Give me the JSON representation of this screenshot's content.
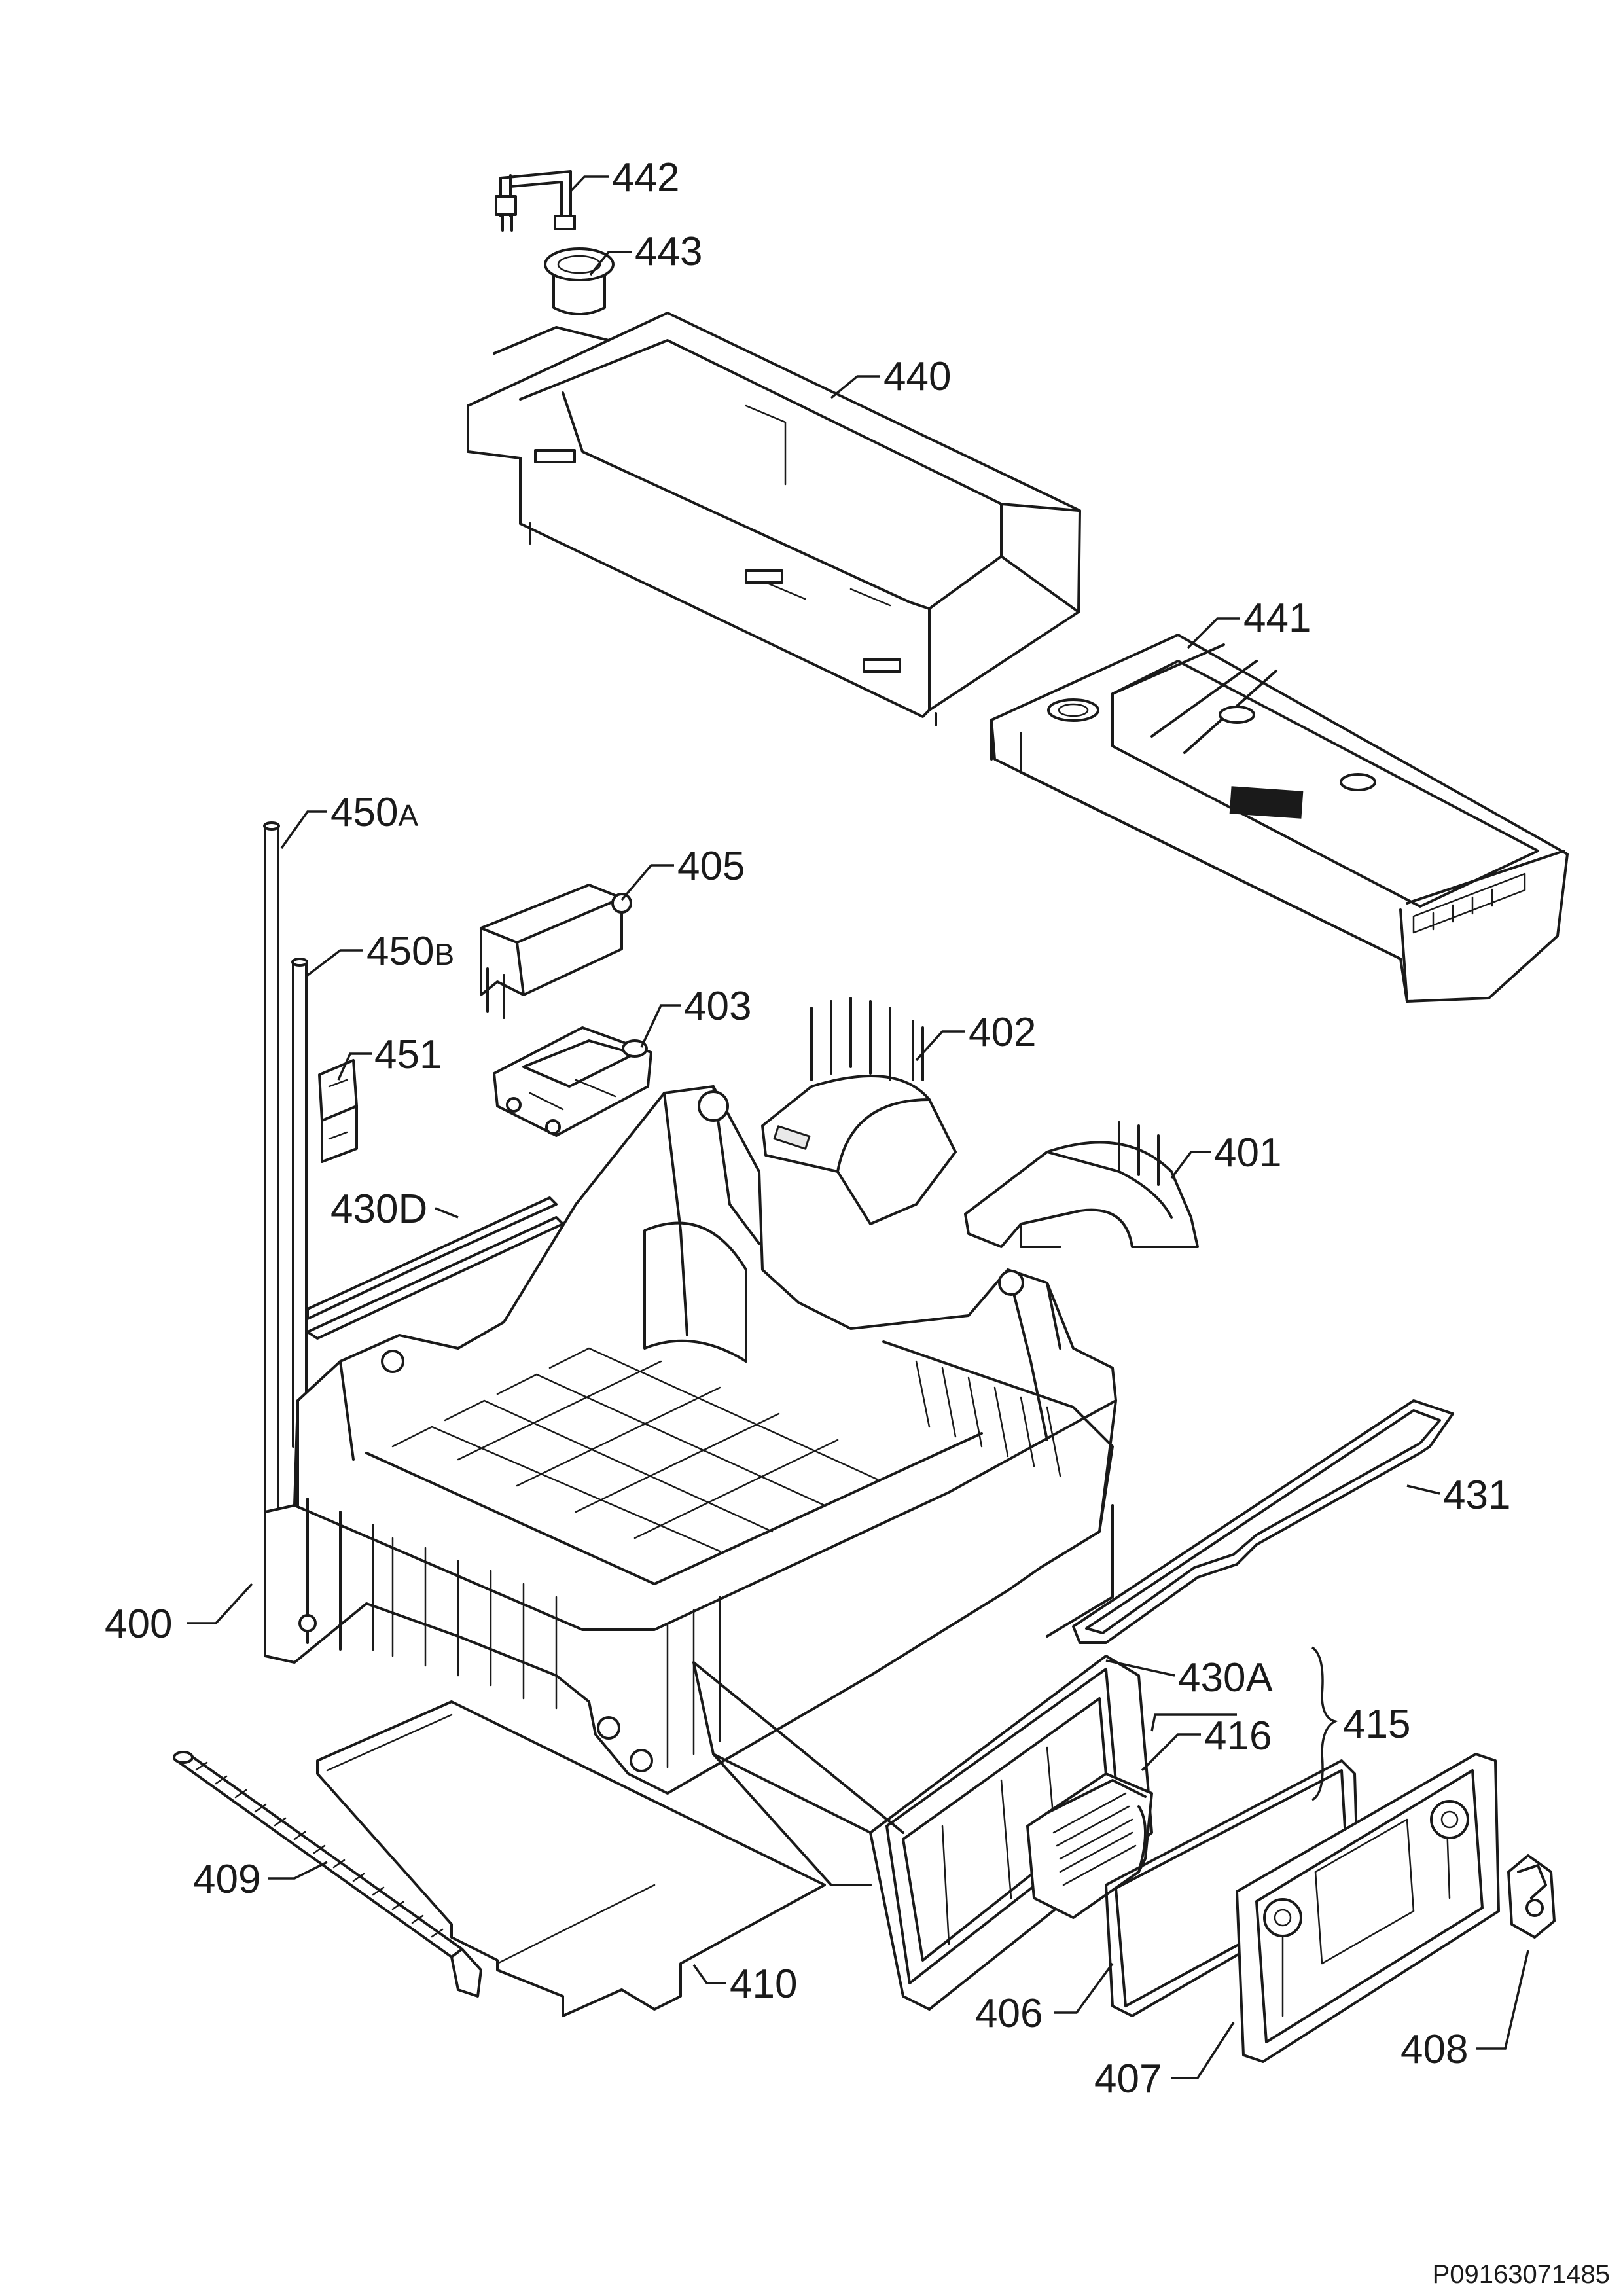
{
  "parts": [
    {
      "id": "442",
      "label": "442"
    },
    {
      "id": "443",
      "label": "443"
    },
    {
      "id": "440",
      "label": "440"
    },
    {
      "id": "441",
      "label": "441"
    },
    {
      "id": "450A",
      "label": "450",
      "suffix": "A"
    },
    {
      "id": "450B",
      "label": "450",
      "suffix": "B"
    },
    {
      "id": "405",
      "label": "405"
    },
    {
      "id": "403",
      "label": "403"
    },
    {
      "id": "402",
      "label": "402"
    },
    {
      "id": "451",
      "label": "451"
    },
    {
      "id": "401",
      "label": "401"
    },
    {
      "id": "430D",
      "label": "430D"
    },
    {
      "id": "431",
      "label": "431"
    },
    {
      "id": "400",
      "label": "400"
    },
    {
      "id": "430A",
      "label": "430A"
    },
    {
      "id": "415",
      "label": "415"
    },
    {
      "id": "416",
      "label": "416"
    },
    {
      "id": "409",
      "label": "409"
    },
    {
      "id": "410",
      "label": "410"
    },
    {
      "id": "406",
      "label": "406"
    },
    {
      "id": "408",
      "label": "408"
    },
    {
      "id": "407",
      "label": "407"
    }
  ],
  "document_id": "P09163071485"
}
